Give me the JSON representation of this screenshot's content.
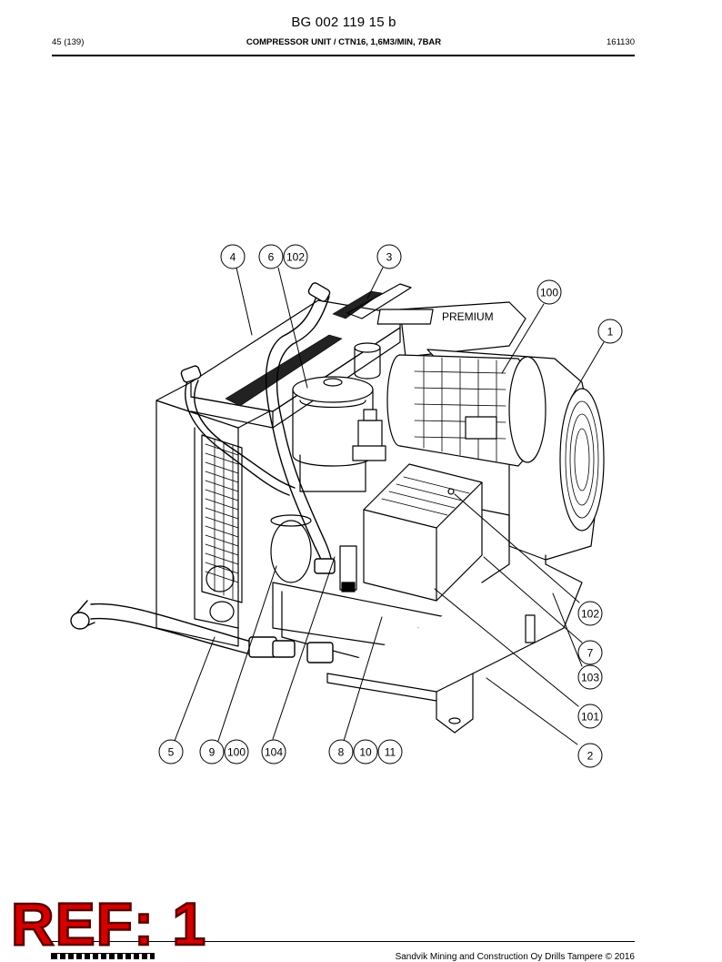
{
  "header": {
    "document_id": "BG 002 119 15 b",
    "page": "45 (139)",
    "title": "COMPRESSOR UNIT / CTN16, 1,6M3/MIN, 7BAR",
    "date": "161130"
  },
  "callouts": {
    "c4": "4",
    "c6": "6",
    "c102a": "102",
    "c3": "3",
    "c100a": "100",
    "c1": "1",
    "c102b": "102",
    "c7": "7",
    "c103": "103",
    "c101": "101",
    "c2": "2",
    "c5": "5",
    "c9": "9",
    "c100b": "100",
    "c104": "104",
    "c8": "8",
    "c10": "10",
    "c11": "11"
  },
  "nameplate": "PREMIUM",
  "stamp": "REF: 1",
  "footer": {
    "copyright": "Sandvik Mining and Construction Oy Drills Tampere © 2016"
  }
}
